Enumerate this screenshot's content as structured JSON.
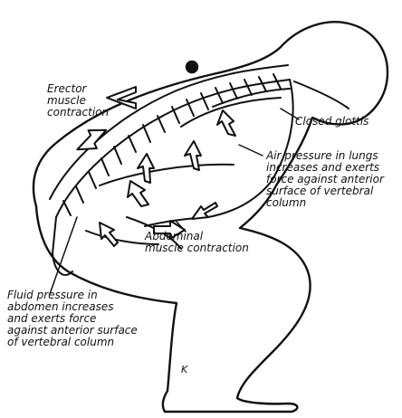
{
  "labels": {
    "erector": "Erector\nmuscle\ncontraction",
    "glottis": "Closed glottis",
    "air_pressure": "Air pressure in lungs\nincreases and exerts\nforce against anterior\nsurface of vertebral\ncolumn",
    "abdominal": "Abdominal\nmuscle contraction",
    "fluid_pressure": "Fluid pressure in\nabdomen increases\nand exerts force\nagainst anterior surface\nof vertebral column",
    "initials": "K"
  }
}
